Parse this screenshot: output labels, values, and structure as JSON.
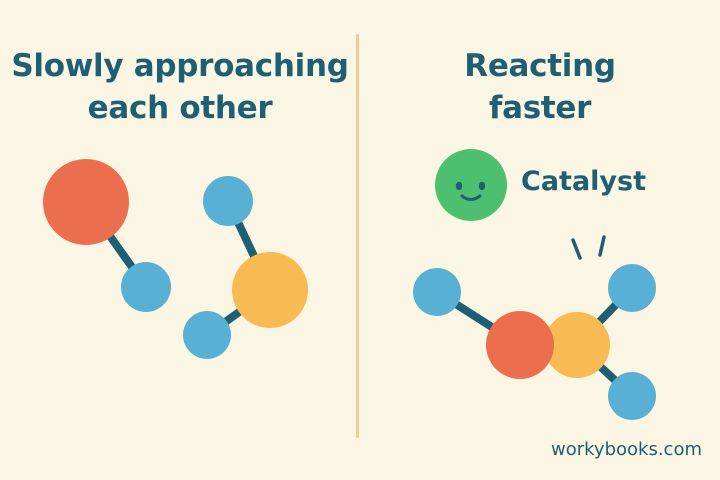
{
  "left_panel": {
    "title_lines": [
      "Slowly approaching",
      "each other"
    ]
  },
  "right_panel": {
    "title_lines": [
      "Reacting",
      "faster"
    ],
    "catalyst_label": "Catalyst"
  },
  "footer": {
    "source": "workybooks.com"
  },
  "colors": {
    "background": "#fbf5e3",
    "text": "#1f5f74",
    "divider": "#e8cf98",
    "red_atom": "#eb6e4e",
    "blue_atom": "#58b1d4",
    "orange_atom": "#f8ba52",
    "catalyst": "#4cc06e",
    "bond": "#1f5f74"
  }
}
